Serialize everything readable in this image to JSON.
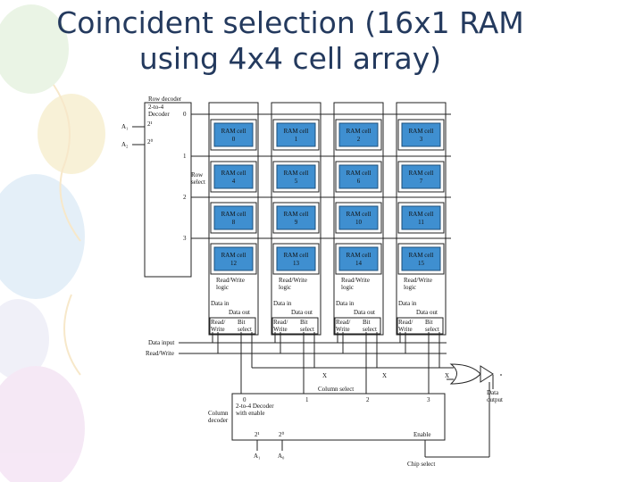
{
  "title": {
    "line1": "Coincident selection (16x1 RAM",
    "line2": "using 4x4 cell array)"
  },
  "diagram": {
    "row_decoder": {
      "label": "Row decoder",
      "box_lines": [
        "2-to-4",
        "Decoder"
      ],
      "input_2_1": "2¹",
      "input_2_0": "2⁰",
      "a1": "A₁",
      "a2": "A₂",
      "outputs": [
        "0",
        "1",
        "2",
        "3"
      ],
      "row_select": [
        "Row",
        "select"
      ]
    },
    "cell_label": "RAM cell",
    "cell_numbers": [
      "0",
      "1",
      "2",
      "3",
      "4",
      "5",
      "6",
      "7",
      "8",
      "9",
      "10",
      "11",
      "12",
      "13",
      "14",
      "15"
    ],
    "column_logic": {
      "rw_logic": [
        "Read/Write",
        "logic"
      ],
      "data_in": "Data in",
      "data_out": "Data out",
      "read_write": [
        "Read/",
        "Write"
      ],
      "bit_select": [
        "Bit",
        "select"
      ]
    },
    "data_input": "Data input",
    "read_write_line": "Read/Write",
    "column_select": "Column select",
    "column_decoder": {
      "label": [
        "Column",
        "decoder"
      ],
      "box_lines": [
        "2-to-4 Decoder",
        "with enable"
      ],
      "outputs": [
        "0",
        "1",
        "2",
        "3"
      ],
      "input_2_1": "2¹",
      "input_2_0": "2⁰",
      "a1": "A₁",
      "a0": "A₀",
      "enable": "Enable"
    },
    "x_marks": [
      "X",
      "X",
      "X"
    ],
    "data_output": [
      "Data",
      "output"
    ],
    "chip_select": "Chip select"
  },
  "colors": {
    "title": "#243a5e",
    "cell_fill": "#3f8fd0",
    "line": "#222222"
  }
}
